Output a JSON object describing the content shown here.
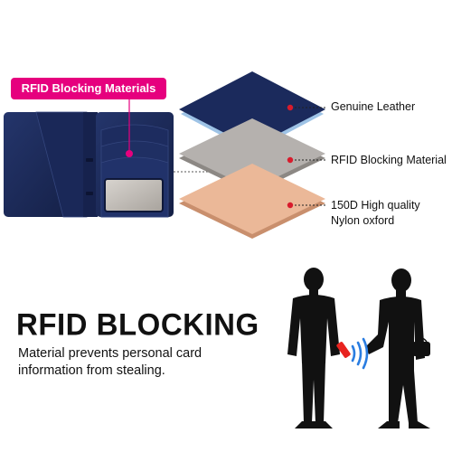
{
  "callout": {
    "label": "RFID Blocking Materials",
    "color": "#e6007e"
  },
  "layers": [
    {
      "label": "Genuine Leather",
      "color": "#1b2a5c"
    },
    {
      "label": "RFID Blocking Material",
      "color": "#b0acaa"
    },
    {
      "label": "150D High quality\nNylon oxford",
      "color": "#e9b697"
    }
  ],
  "marker_color": "#d81b2c",
  "headline": "RFID BLOCKING",
  "subtext": "Material prevents personal card information from stealing.",
  "phone_color": "#e8231f"
}
